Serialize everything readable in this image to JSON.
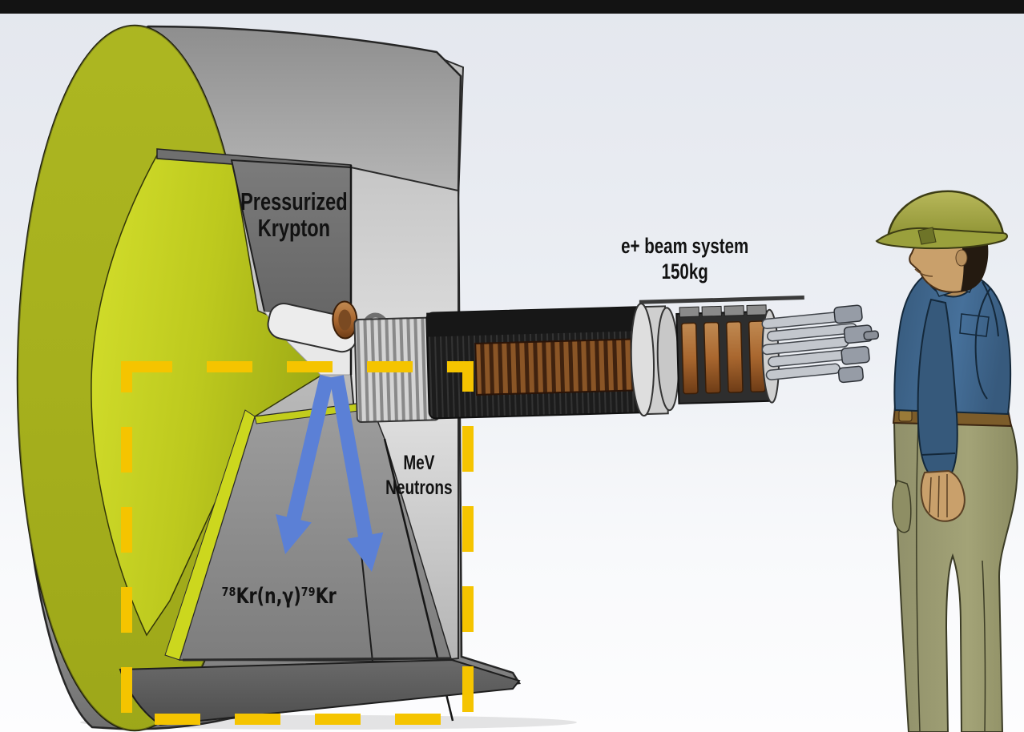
{
  "page": {
    "top_bar_color": "#131313",
    "background_top": "#e4e7ee",
    "background_bottom": "#fdfdfe"
  },
  "labels": {
    "pressurized_krypton": {
      "line1": "Pressurized",
      "line2": "Krypton"
    },
    "beam_system": {
      "line1": "e+ beam system",
      "line2": "150kg"
    },
    "mev_neutrons": {
      "line1": "MeV",
      "line2": "Neutrons"
    },
    "kr_reaction": {
      "text": "⁷⁸Kr(n,γ)⁷⁹Kr"
    }
  },
  "annotations": {
    "highlight_box_color": "#f5c400",
    "neutron_arrow_color": "#5b80d6"
  },
  "model_colors": {
    "detector_face": "#a6b01d",
    "cone_interior": "#c6d122",
    "shell_gray": "#a8a8a8",
    "cut_face": "#8c8c8c",
    "krypton_face": "#707070",
    "base": "#595959",
    "coil_dark": "#1f1f1f",
    "copper": "#a9672f",
    "hard_hat": "#a3a33c",
    "shirt": "#3f6587",
    "pants": "#9a9a6e",
    "skin": "#c9a06b"
  }
}
